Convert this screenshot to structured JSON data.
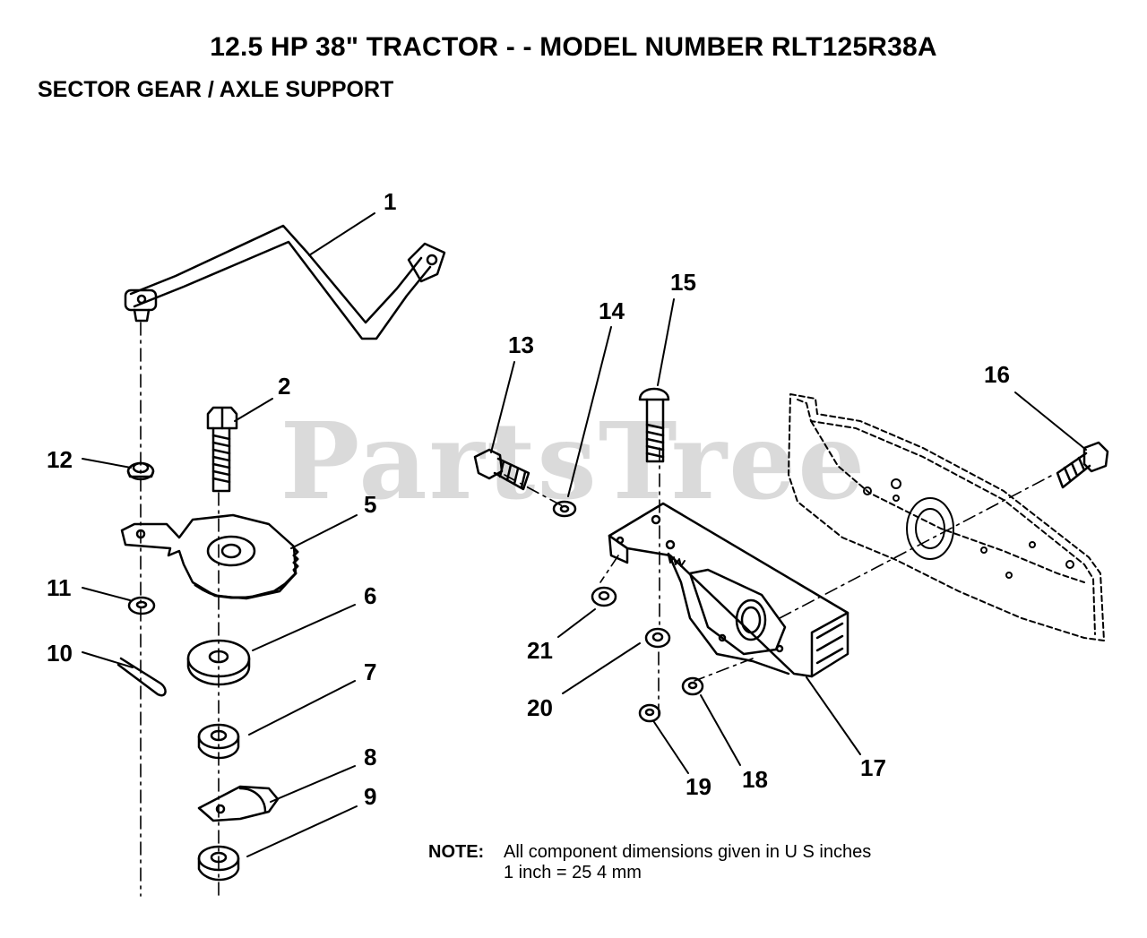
{
  "header": {
    "title": "12.5 HP 38\" TRACTOR - - MODEL NUMBER RLT125R38A",
    "subtitle": "SECTOR GEAR / AXLE SUPPORT"
  },
  "watermark": "PartsTree",
  "callouts": {
    "p1": "1",
    "p2": "2",
    "p5": "5",
    "p6": "6",
    "p7": "7",
    "p8": "8",
    "p9": "9",
    "p10": "10",
    "p11": "11",
    "p12": "12",
    "p13": "13",
    "p14": "14",
    "p15": "15",
    "p16": "16",
    "p17": "17",
    "p18": "18",
    "p19": "19",
    "p20": "20",
    "p21": "21"
  },
  "note": {
    "label": "NOTE:",
    "line1": "All component dimensions given in U S  inches",
    "line2": "1 inch = 25 4 mm"
  }
}
